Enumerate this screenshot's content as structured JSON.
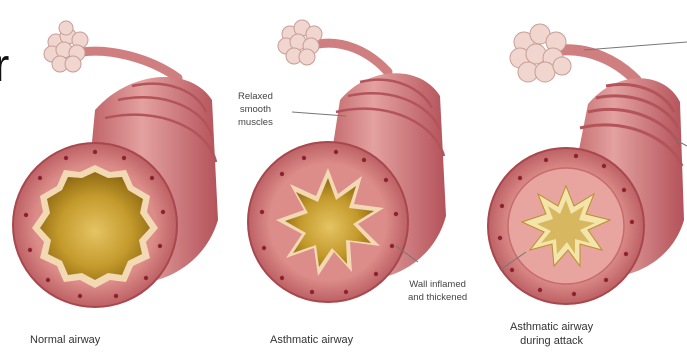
{
  "edge_text": "r",
  "captions": {
    "normal": "Normal airway",
    "asthmatic": "Asthmatic airway",
    "attack_line1": "Asthmatic airway",
    "attack_line2": "during attack"
  },
  "callouts": {
    "relaxed_line1": "Relaxed",
    "relaxed_line2": "smooth",
    "relaxed_line3": "muscles",
    "wall_line1": "Wall inflamed",
    "wall_line2": "and thickened"
  },
  "colors": {
    "tube_outer": "#c9696d",
    "tube_band": "#e2a4a2",
    "tube_shadow": "#a8474d",
    "ring_face": "#d98684",
    "lining": "#f3d9b3",
    "lumen_dark": "#a37d1c",
    "lumen_light": "#d9b04a",
    "alveoli": "#f0d6cf",
    "alveoli_edge": "#c79d97",
    "dots": "#8e2330",
    "leader": "#777777"
  }
}
